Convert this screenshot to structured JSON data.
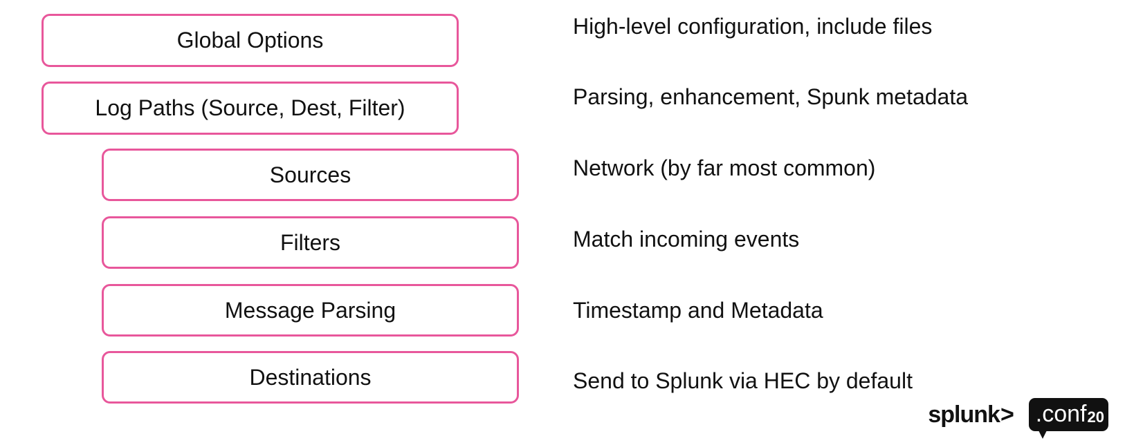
{
  "colors": {
    "box_border": "#e8579b",
    "text": "#111111",
    "background": "#ffffff"
  },
  "rows": [
    {
      "box_label": "Global Options",
      "description": "High-level configuration, include files"
    },
    {
      "box_label": "Log Paths (Source, Dest, Filter)",
      "description": "Parsing, enhancement, Spunk metadata"
    },
    {
      "box_label": "Sources",
      "description": "Network (by far most common)"
    },
    {
      "box_label": "Filters",
      "description": "Match incoming events"
    },
    {
      "box_label": "Message Parsing",
      "description": "Timestamp and Metadata"
    },
    {
      "box_label": "Destinations",
      "description": "Send to Splunk via HEC by default"
    }
  ],
  "branding": {
    "splunk": "splunk",
    "splunk_chevron": ">",
    "conf": ".conf",
    "year": "20"
  }
}
